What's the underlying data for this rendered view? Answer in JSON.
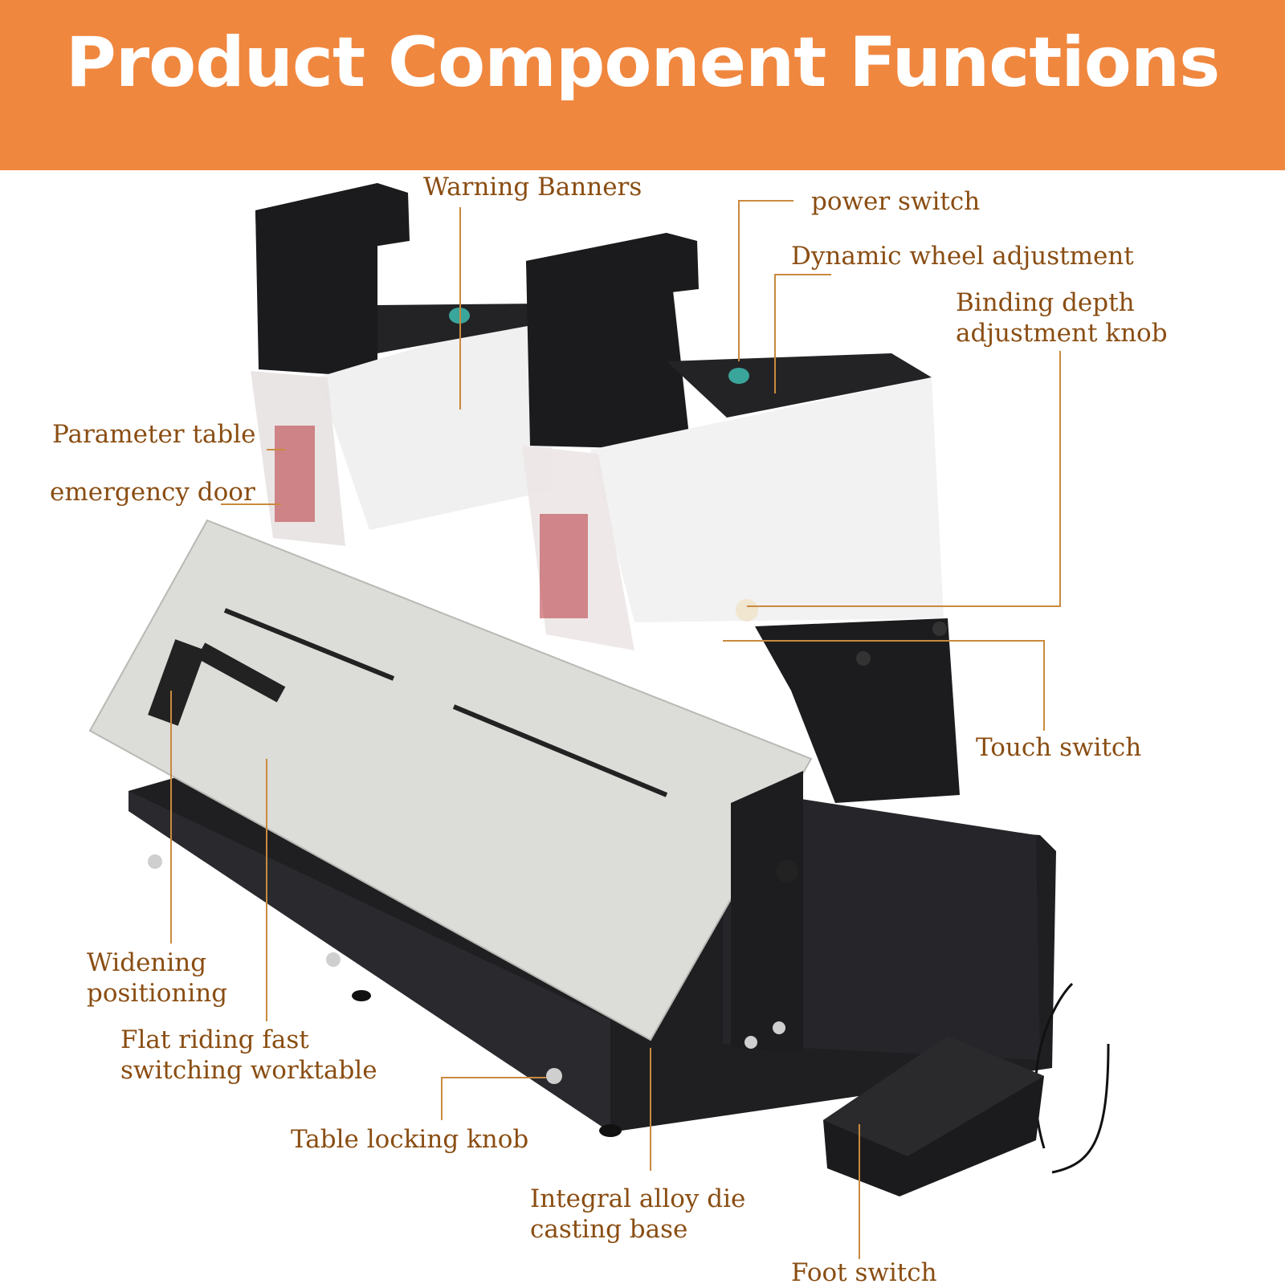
{
  "header": {
    "title": "Product Component Functions"
  },
  "labels": {
    "warning_banners": "Warning Banners",
    "power_switch": "power switch",
    "dynamic_wheel": "Dynamic wheel adjustment",
    "binding_depth_1": "Binding depth",
    "binding_depth_2": "adjustment knob",
    "parameter_table": "Parameter table",
    "emergency_door": "emergency door",
    "touch_switch": "Touch switch",
    "widening_1": "Widening",
    "widening_2": "positioning",
    "flat_riding_1": "Flat riding fast",
    "flat_riding_2": "switching worktable",
    "table_locking": "Table locking knob",
    "integral_1": "Integral alloy die",
    "integral_2": "casting base",
    "foot_switch": "Foot switch"
  },
  "colors": {
    "banner": "#f0873f",
    "label_text": "#8a4d12",
    "leader_line": "#c98a3e",
    "machine_black": "#1c1c1e",
    "machine_white": "#f2f2f2",
    "worktable": "#dcdcd8"
  }
}
